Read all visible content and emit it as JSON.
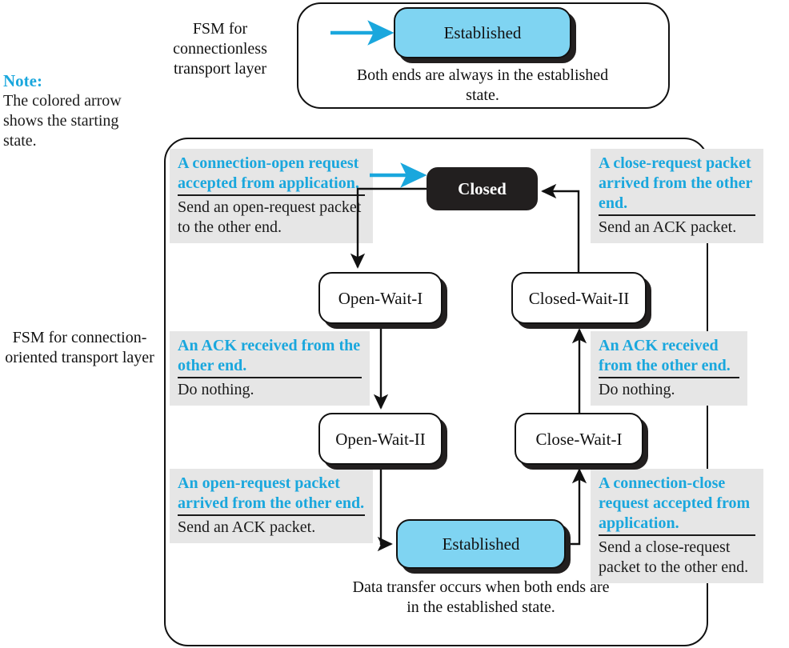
{
  "note": {
    "title": "Note:",
    "body": "The colored arrow shows the starting state."
  },
  "captions": {
    "connectionless": "FSM for connectionless transport layer",
    "connection_oriented": "FSM for connection-oriented transport layer",
    "top_box": "Both ends are always in the established state.",
    "bottom_box": "Data transfer occurs when both ends are in the established state."
  },
  "colors": {
    "accent_blue": "#1aa7dd",
    "state_fill_blue": "#7fd4f2",
    "closed_fill": "#221f1f",
    "transition_box_bg": "#e6e6e6",
    "line": "#111111"
  },
  "states": {
    "established_top": "Established",
    "closed": "Closed",
    "open_wait_1": "Open-Wait-I",
    "closed_wait_2": "Closed-Wait-II",
    "open_wait_2": "Open-Wait-II",
    "close_wait_1": "Close-Wait-I",
    "established_bottom": "Established"
  },
  "transitions": {
    "open_request": {
      "condition": "A connection-open request accepted from application.",
      "action": "Send an open-request packet to the other end."
    },
    "close_request": {
      "condition": "A close-request packet arrived from the other end.",
      "action": "Send an ACK packet."
    },
    "ack_left": {
      "condition": "An ACK received from the other end.",
      "action": "Do nothing."
    },
    "ack_right": {
      "condition": "An ACK received from the other end.",
      "action": "Do nothing."
    },
    "openreq_arrived": {
      "condition": "An open-request packet arrived from the other end.",
      "action": "Send an ACK packet."
    },
    "connection_close": {
      "condition": "A connection-close request accepted from application.",
      "action": "Send a close-request packet to the other end."
    }
  }
}
